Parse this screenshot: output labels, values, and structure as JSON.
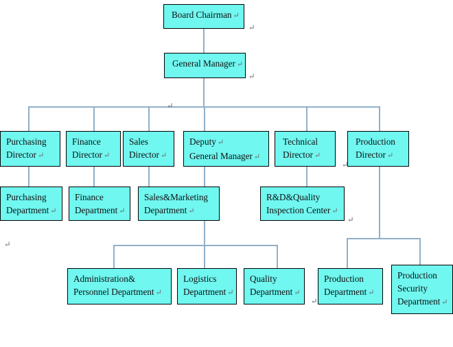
{
  "diagram": {
    "title": "Organizational Structure Chart",
    "type": "org-chart",
    "colors": {
      "box_fill": "#6FF7F0",
      "box_border": "#000000",
      "connector": "#8FAFC9",
      "background": "#ffffff",
      "text": "#111111",
      "pilcrow": "#6b6b6b"
    },
    "pilcrow_glyph": "↵"
  },
  "nodes": {
    "board_chairman": {
      "lines": [
        "Board Chairman"
      ],
      "trailing_pilcrow_line": 0
    },
    "general_manager": {
      "lines": [
        "General Manager"
      ],
      "trailing_pilcrow_line": 0
    },
    "purchasing_director": {
      "lines": [
        "Purchasing",
        "Director"
      ],
      "trailing_pilcrow_line": 1
    },
    "finance_director": {
      "lines": [
        "Finance",
        "Director"
      ],
      "trailing_pilcrow_line": 1
    },
    "sales_director": {
      "lines": [
        "Sales",
        "Director"
      ],
      "trailing_pilcrow_line": 1
    },
    "deputy_general_manager": {
      "lines": [
        "Deputy",
        "General Manager"
      ],
      "trailing_pilcrow_line": 1
    },
    "technical_director": {
      "lines": [
        "Technical",
        "Director"
      ],
      "trailing_pilcrow_line": 1
    },
    "production_director": {
      "lines": [
        "Production",
        "Director"
      ],
      "trailing_pilcrow_line": 1
    },
    "purchasing_department": {
      "lines": [
        "Purchasing",
        "Department"
      ],
      "trailing_pilcrow_line": 1
    },
    "finance_department": {
      "lines": [
        "Finance",
        "Department"
      ],
      "trailing_pilcrow_line": 1
    },
    "sales_marketing_department": {
      "lines": [
        "Sales&Marketing",
        "Department"
      ],
      "trailing_pilcrow_line": 1
    },
    "rd_quality_inspection_center": {
      "lines": [
        "R&D&Quality",
        "Inspection Center"
      ],
      "trailing_pilcrow_line": 1
    },
    "administration_personnel_department": {
      "lines": [
        "Administration&",
        "Personnel Department"
      ],
      "trailing_pilcrow_line": 1
    },
    "logistics_department": {
      "lines": [
        "Logistics",
        "Department"
      ],
      "trailing_pilcrow_line": 1
    },
    "quality_department": {
      "lines": [
        "Quality",
        "Department"
      ],
      "trailing_pilcrow_line": 1
    },
    "production_department": {
      "lines": [
        "Production",
        "Department"
      ],
      "trailing_pilcrow_line": 1
    },
    "production_security_department": {
      "lines": [
        "Production",
        "Security",
        "Department"
      ],
      "trailing_pilcrow_line": 2
    }
  },
  "node_text": {
    "board_chairman_l0": "Board Chairman",
    "general_manager_l0": "General Manager",
    "purchasing_director_l0": "Purchasing",
    "purchasing_director_l1": "Director",
    "finance_director_l0": "Finance",
    "finance_director_l1": "Director",
    "sales_director_l0": "Sales",
    "sales_director_l1": "Director",
    "deputy_general_manager_l0": "Deputy",
    "deputy_general_manager_l1": "General Manager",
    "technical_director_l0": "Technical",
    "technical_director_l1": "Director",
    "production_director_l0": "Production",
    "production_director_l1": "Director",
    "purchasing_department_l0": "Purchasing",
    "purchasing_department_l1": "Department",
    "finance_department_l0": "Finance",
    "finance_department_l1": "Department",
    "sales_marketing_department_l0": "Sales&Marketing",
    "sales_marketing_department_l1": "Department",
    "rd_quality_inspection_center_l0": "R&D&Quality",
    "rd_quality_inspection_center_l1": "Inspection Center",
    "administration_personnel_department_l0": "Administration&",
    "administration_personnel_department_l1": "Personnel Department",
    "logistics_department_l0": "Logistics",
    "logistics_department_l1": "Department",
    "quality_department_l0": "Quality",
    "quality_department_l1": "Department",
    "production_department_l0": "Production",
    "production_department_l1": "Department",
    "production_security_department_l0": "Production",
    "production_security_department_l1": "Security",
    "production_security_department_l2": "Department"
  },
  "marks": {
    "pilcrow": "↵"
  },
  "hierarchy": {
    "levels": [
      [
        "board_chairman"
      ],
      [
        "general_manager"
      ],
      [
        "purchasing_director",
        "finance_director",
        "sales_director",
        "deputy_general_manager",
        "technical_director",
        "production_director"
      ],
      [
        "purchasing_department",
        "finance_department",
        "sales_marketing_department",
        "rd_quality_inspection_center"
      ],
      [
        "administration_personnel_department",
        "logistics_department",
        "quality_department",
        "production_department",
        "production_security_department"
      ]
    ],
    "edges": [
      [
        "board_chairman",
        "general_manager"
      ],
      [
        "general_manager",
        "purchasing_director"
      ],
      [
        "general_manager",
        "finance_director"
      ],
      [
        "general_manager",
        "sales_director"
      ],
      [
        "general_manager",
        "deputy_general_manager"
      ],
      [
        "general_manager",
        "technical_director"
      ],
      [
        "general_manager",
        "production_director"
      ],
      [
        "purchasing_director",
        "purchasing_department"
      ],
      [
        "finance_director",
        "finance_department"
      ],
      [
        "sales_director",
        "sales_marketing_department"
      ],
      [
        "technical_director",
        "rd_quality_inspection_center"
      ],
      [
        "deputy_general_manager",
        "administration_personnel_department"
      ],
      [
        "deputy_general_manager",
        "logistics_department"
      ],
      [
        "deputy_general_manager",
        "quality_department"
      ],
      [
        "production_director",
        "production_department"
      ],
      [
        "production_director",
        "production_security_department"
      ]
    ]
  }
}
